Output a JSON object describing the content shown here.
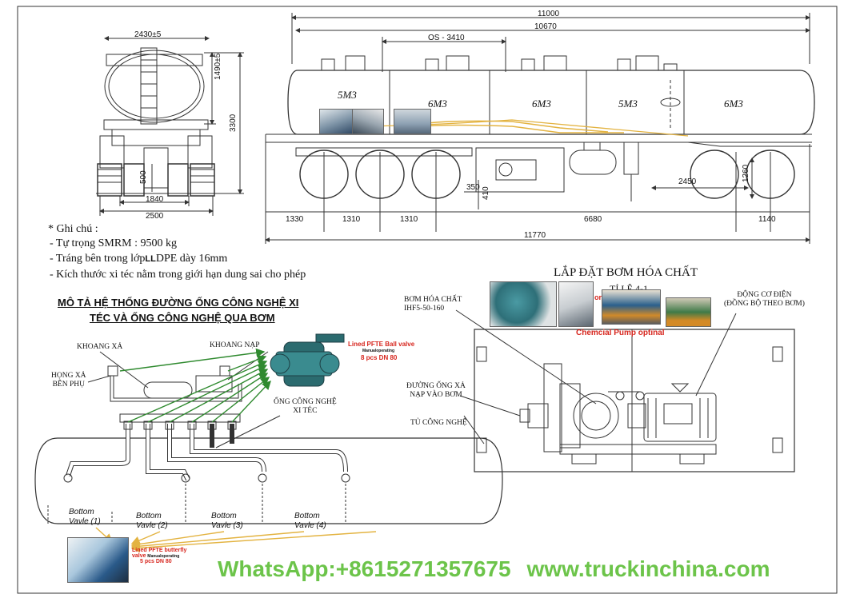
{
  "colors": {
    "line": "#333333",
    "arrow_green": "#2f8a2f",
    "arrow_yellow": "#e3b341",
    "red": "#d7261e",
    "watermark": "#6cc44a"
  },
  "dims": {
    "total_length": "11000",
    "length_10670": "10670",
    "os": "OS - 3410",
    "width": "2430±5",
    "h1490": "1490±5",
    "h3300": "3300",
    "h500": "500",
    "w1840": "1840",
    "w2500": "2500",
    "b1330": "1330",
    "b1310a": "1310",
    "b1310b": "1310",
    "b6680": "6680",
    "b1140": "1140",
    "b11770": "11770",
    "d350": "350",
    "d410": "410",
    "d2450": "2450",
    "d1260": "1260"
  },
  "compartments": [
    "5M3",
    "6M3",
    "6M3",
    "5M3",
    "6M3"
  ],
  "notes": {
    "title": "* Ghi chú :",
    "line1": "- Tự trọng SMRM : 9500 kg",
    "line2_a": "- Tráng bên trong lớp",
    "line2_b": "LL",
    "line2_c": "DPE dày 16mm",
    "line3": "- Kích thước xi téc nằm trong giới hạn dung sai cho phép"
  },
  "piping": {
    "title_l1": "MÔ TẢ HỆ THỐNG ĐƯỜNG ỐNG CÔNG NGHỆ XI",
    "title_l2": "TÉC VÀ ỐNG CÔNG NGHỆ QUA BƠM",
    "khoang_xa": "KHOANG XẢ",
    "khoang_nap": "KHOANG NẠP",
    "hong_xa_l1": "HỌNG XẢ",
    "hong_xa_l2": "BÊN PHỤ",
    "ong_cn_l1": "ỐNG CÔNG NGHỆ",
    "ong_cn_l2": "XI TÉC",
    "ball_valve_l1": "Lined PFTE  Ball valve",
    "ball_valve_l2": "Manualoperating",
    "ball_valve_l3": "8 pcs DN 80",
    "bottom_valves": [
      {
        "l1": "Bottom",
        "l2": "Vavle (1)"
      },
      {
        "l1": "Bottom",
        "l2": "Vavle (2)"
      },
      {
        "l1": "Bottom",
        "l2": "Vavle (3)"
      },
      {
        "l1": "Bottom",
        "l2": "Vavle (4)"
      }
    ],
    "butterfly_l1": "Lined PFTE butterfly",
    "butterfly_l2": "valve",
    "butterfly_l2b": "Manualoperating",
    "butterfly_l3": "5 pcs DN 80"
  },
  "pump": {
    "title": "LẮP ĐẶT BƠM HÓA CHẤT",
    "scale": "TỈ LỆ 4-1",
    "bom_l1": "BƠM HÓA CHẤT",
    "bom_l2": "IHF5-50-160",
    "or": "or",
    "optinal": "Chemcial Pump optinal",
    "dong_co_l1": "ĐỘNG CƠ ĐIỆN",
    "dong_co_l2": "(ĐỒNG BỘ THEO BƠM)",
    "duong_ong_l1": "ĐƯỜNG ỐNG XẢ",
    "duong_ong_l2": "NẠP VÀO BƠM",
    "tu_cn": "TỦ CÔNG NGHỆ"
  },
  "watermark": {
    "whatsapp": "WhatsApp:+8615271357675",
    "site": "www.truckinchina.com"
  }
}
